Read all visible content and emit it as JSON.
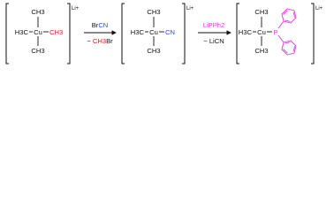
{
  "colors": {
    "methyl_leaving": "#d62020",
    "cyanide": "#2a4fd6",
    "phosphide": "#e33be0",
    "ink": "#111111"
  },
  "species": {
    "s1": {
      "methyl_top": "CH3",
      "methyl_bottom": "CH3",
      "left_group": "H3C",
      "metal": "Cu",
      "right_group": "CH3",
      "counterion": "Li+"
    },
    "s2": {
      "methyl_top": "CH3",
      "methyl_bottom": "CH3",
      "left_group": "H3C",
      "metal": "Cu",
      "right_group": "CN",
      "counterion": "Li+"
    },
    "s3": {
      "methyl_top": "CH3",
      "methyl_bottom": "CH3",
      "left_group": "H3C",
      "metal": "Cu",
      "phosphorus": "P",
      "counterion": "Li+"
    }
  },
  "step1": {
    "reagent_prefix": "Br",
    "reagent_group": "CN",
    "byproduct_prefix": "− ",
    "byproduct_group": "CH3",
    "byproduct_suffix": "Br"
  },
  "step2": {
    "reagent": "LiPPh2",
    "byproduct": "− LiCN"
  }
}
